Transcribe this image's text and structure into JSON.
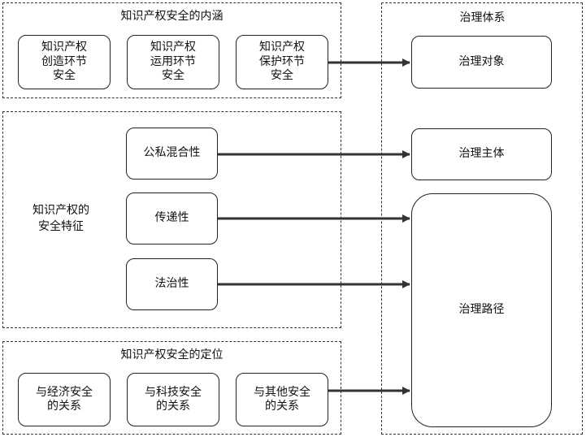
{
  "groups": {
    "connotation": {
      "title": "知识产权安全的内涵"
    },
    "governance": {
      "title": "治理体系"
    },
    "characteristics": {
      "title": "知识产权的\n安全特征"
    },
    "positioning": {
      "title": "知识产权安全的定位"
    }
  },
  "connotation_nodes": [
    {
      "label": "知识产权\n创造环节\n安全"
    },
    {
      "label": "知识产权\n运用环节\n安全"
    },
    {
      "label": "知识产权\n保护环节\n安全"
    }
  ],
  "characteristic_nodes": [
    {
      "label": "公私混合性"
    },
    {
      "label": "传递性"
    },
    {
      "label": "法治性"
    }
  ],
  "positioning_nodes": [
    {
      "label": "与经济安全\n的关系"
    },
    {
      "label": "与科技安全\n的关系"
    },
    {
      "label": "与其他安全\n的关系"
    }
  ],
  "governance_nodes": [
    {
      "label": "治理对象"
    },
    {
      "label": "治理主体"
    },
    {
      "label": "治理路径"
    }
  ],
  "colors": {
    "line": "#333333",
    "border": "#222222"
  }
}
